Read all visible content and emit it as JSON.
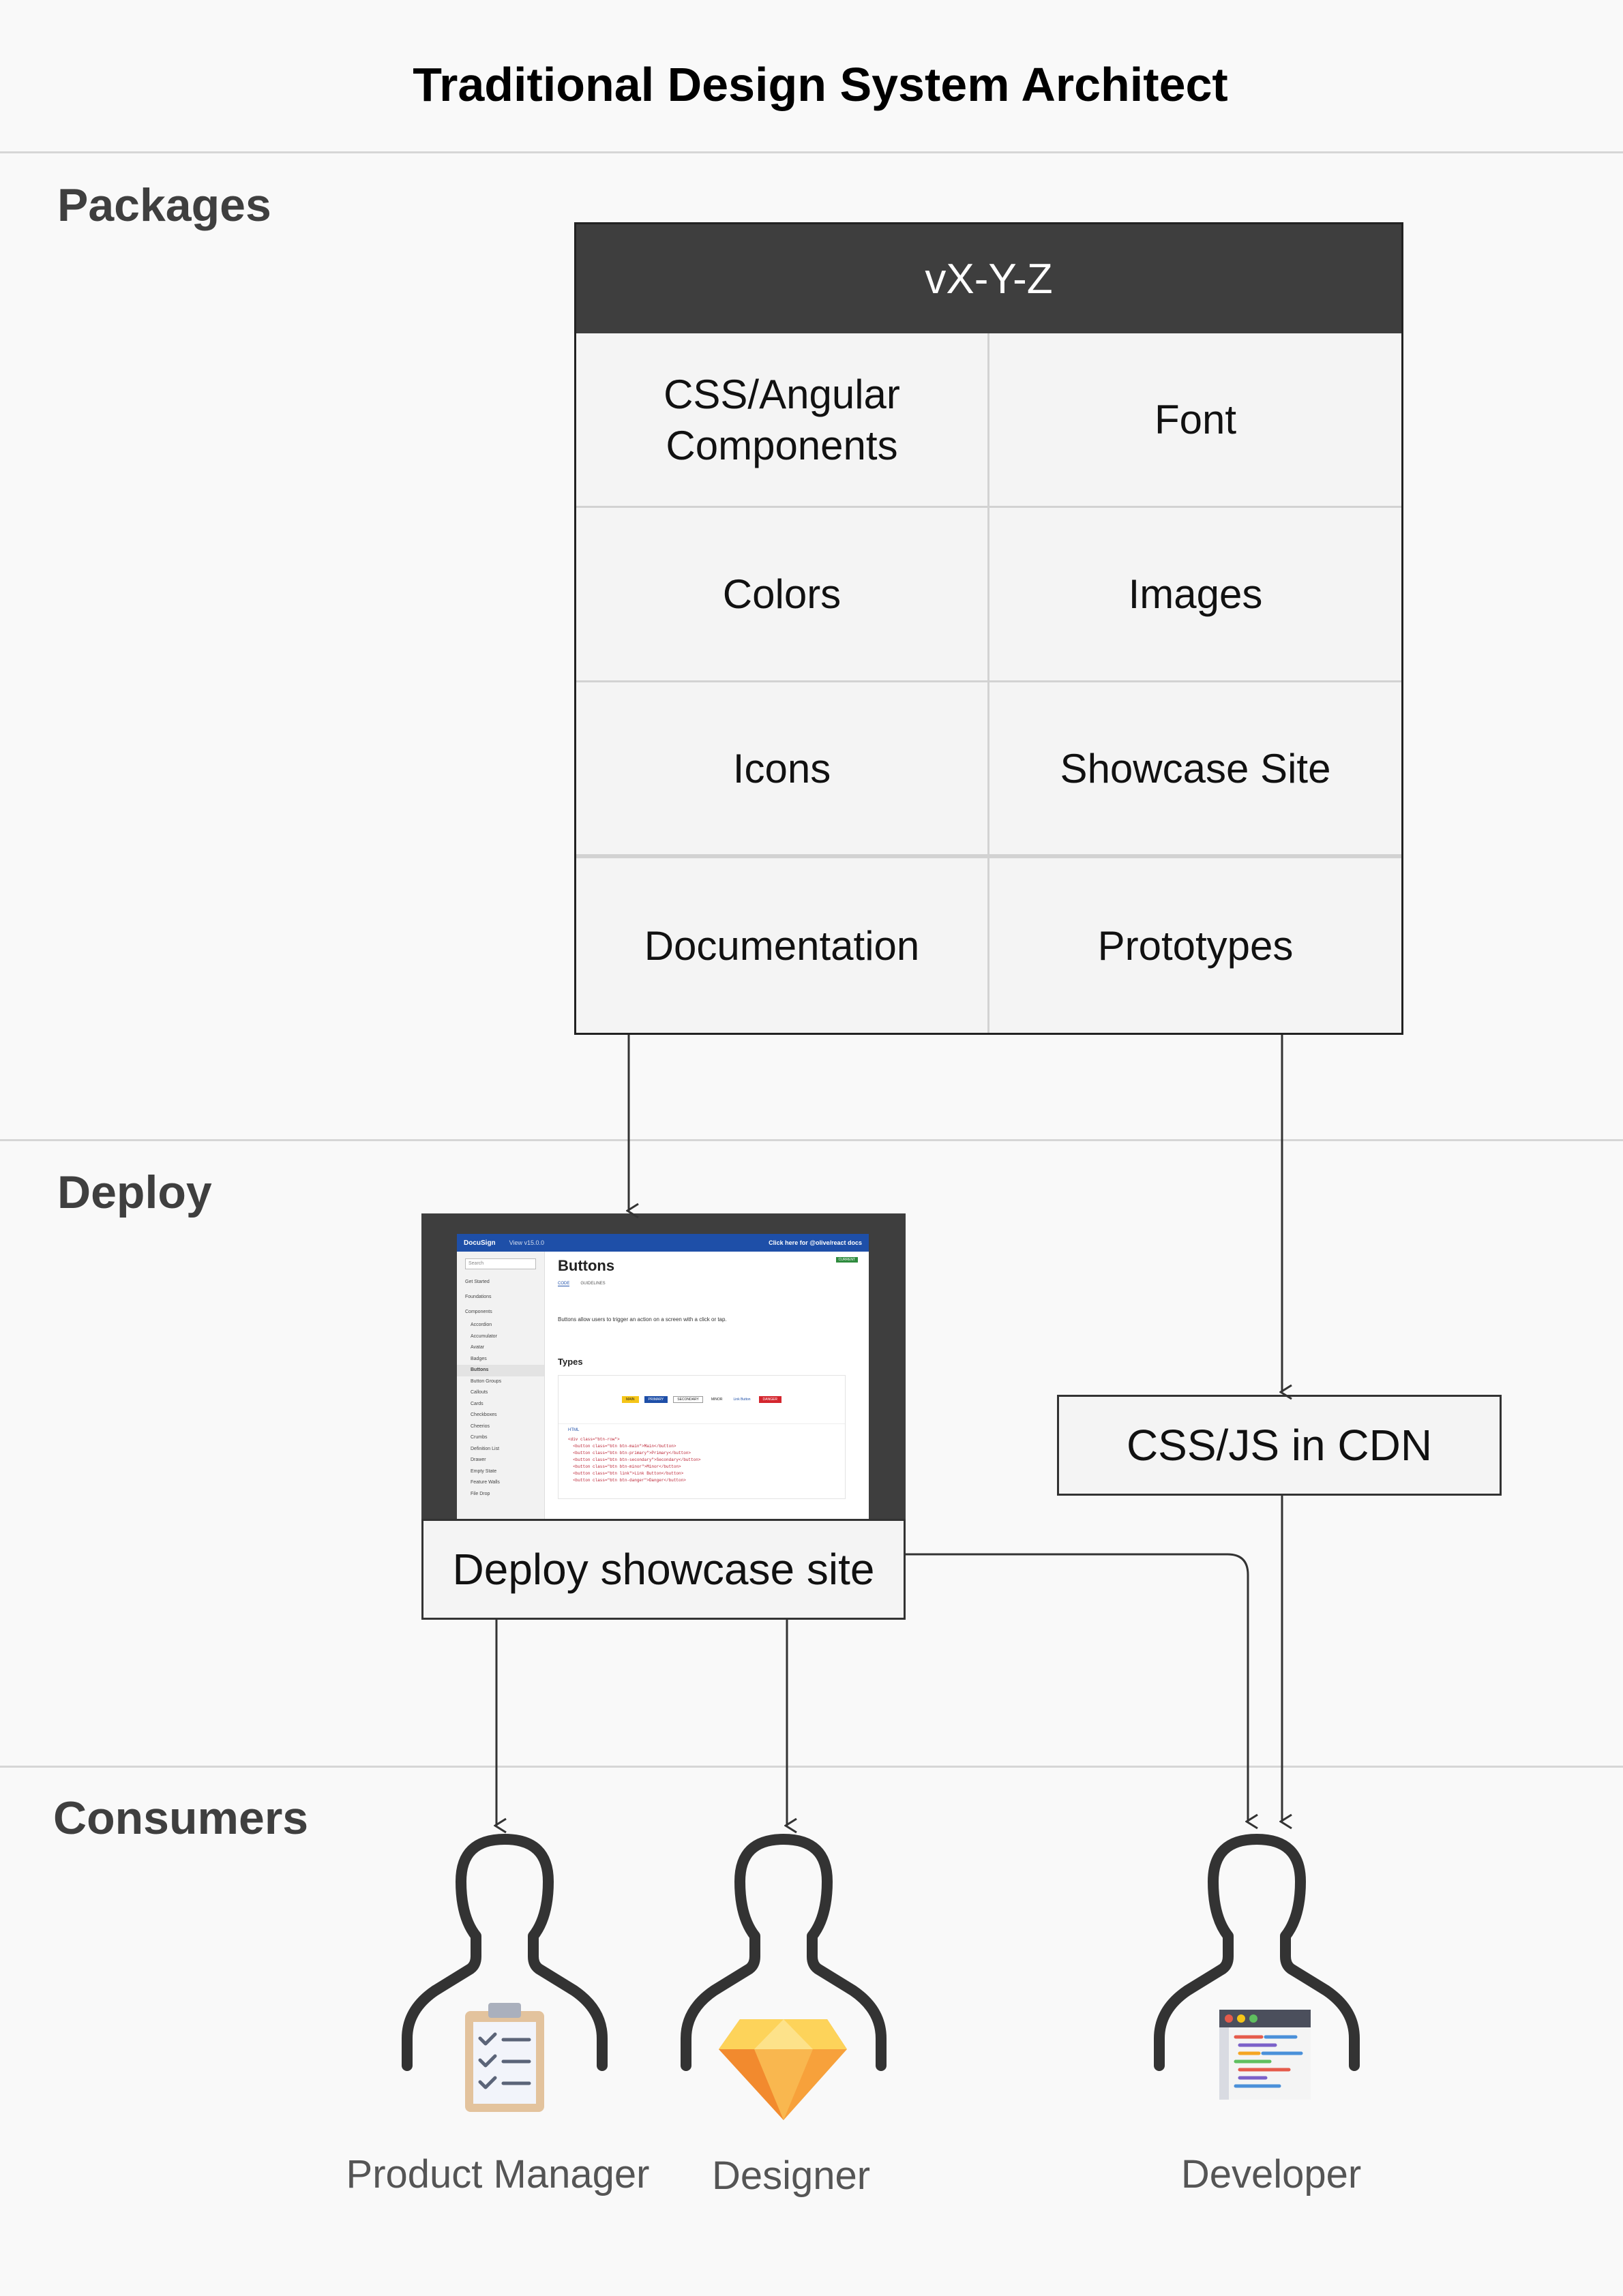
{
  "title": "Traditional Design System Architect",
  "sections": {
    "packages": "Packages",
    "deploy": "Deploy",
    "consumers": "Consumers"
  },
  "package": {
    "version": "vX-Y-Z",
    "cells": [
      "CSS/Angular\nComponents",
      "Font",
      "Colors",
      "Images",
      "Icons",
      "Showcase Site",
      "Documentation",
      "Prototypes"
    ]
  },
  "deploy": {
    "site_label": "Deploy showcase site",
    "cdn_label": "CSS/JS in CDN"
  },
  "screenshot": {
    "logo": "DocuSign",
    "version_link": "View v15.0.0",
    "top_link": "Click here for @olive/react docs",
    "search_placeholder": "Search",
    "nav_groups": [
      "Get Started",
      "Foundations",
      "Components"
    ],
    "nav_items": [
      "Accordion",
      "Accumulator",
      "Avatar",
      "Badges",
      "Buttons",
      "Button Groups",
      "Callouts",
      "Cards",
      "Checkboxes",
      "Cheerios",
      "Crumbs",
      "Definition List",
      "Drawer",
      "Empty State",
      "Feature Walls",
      "File Drop"
    ],
    "page_title": "Buttons",
    "badge": "CURRENT",
    "tabs": [
      "CODE",
      "GUIDELINES"
    ],
    "description": "Buttons allow users to trigger an action on a screen with a click or tap.",
    "types_heading": "Types",
    "demo_buttons": [
      "MAIN",
      "PRIMARY",
      "SECONDARY",
      "MINOR",
      "Link Button",
      "DANGER"
    ],
    "code_tab": "HTML",
    "code_lines": [
      "<div class=\"btn-row\">",
      "  <button class=\"btn btn-main\">Main</button>",
      "  <button class=\"btn btn-primary\">Primary</button>",
      "  <button class=\"btn btn-secondary\">Secondary</button>",
      "  <button class=\"btn btn-minor\">Minor</button>",
      "  <button class=\"btn link\">Link Button</button>",
      "  <button class=\"btn btn-danger\">Danger</button>"
    ]
  },
  "consumers": [
    {
      "label": "Product Manager",
      "icon": "clipboard-icon"
    },
    {
      "label": "Designer",
      "icon": "sketch-diamond-icon"
    },
    {
      "label": "Developer",
      "icon": "code-editor-icon"
    }
  ],
  "colors": {
    "header_dark": "#3e3e3e",
    "line": "#333333",
    "docusign_blue": "#1e4fa8",
    "main_yellow": "#f5c518",
    "danger_red": "#d4262e",
    "diamond_orange": "#f7a13b",
    "clipboard_tan": "#e3c39d"
  }
}
